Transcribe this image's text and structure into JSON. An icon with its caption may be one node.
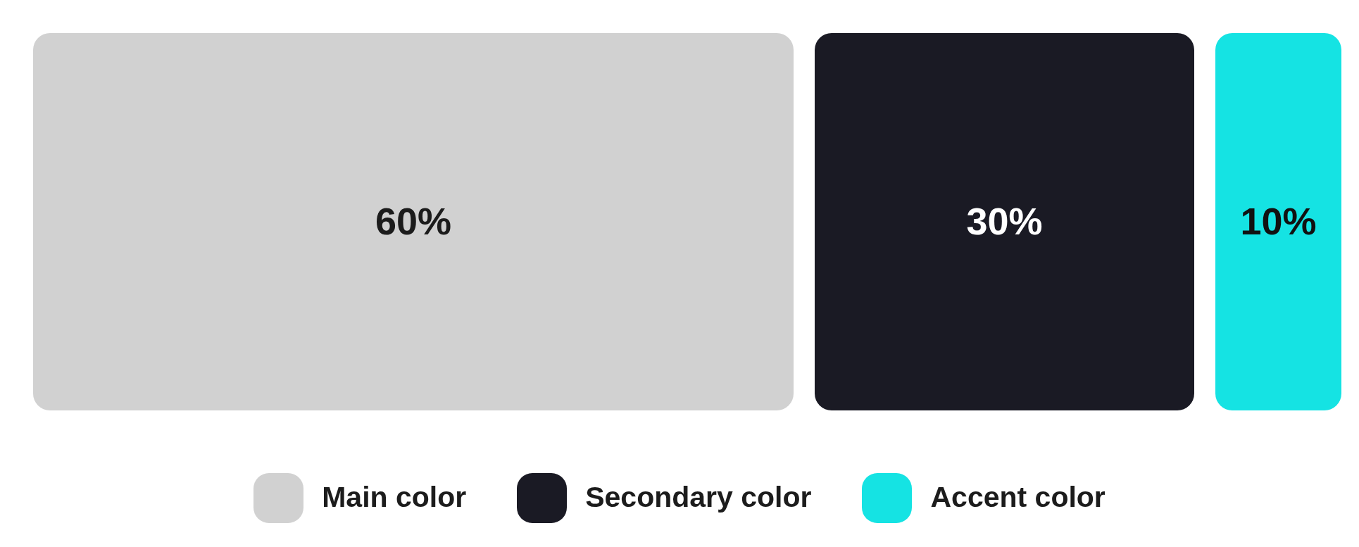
{
  "diagram": {
    "nodes": [
      {
        "text": [
          "60%"
        ]
      },
      {
        "text": [
          "30%"
        ]
      },
      {
        "text": [
          "10%"
        ]
      }
    ],
    "legend": [
      {
        "text": "Main color",
        "color": "#d1d1d1"
      },
      {
        "text": "Secondary color",
        "color": "#1a1a24"
      },
      {
        "text": "Accent color",
        "color": "#15e3e3"
      }
    ]
  }
}
